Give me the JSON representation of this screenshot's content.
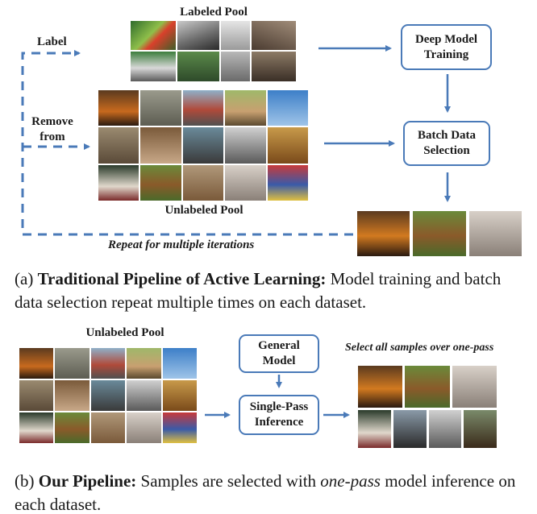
{
  "panel_a": {
    "labeled_pool_title": "Labeled Pool",
    "unlabeled_pool_title": "Unlabeled Pool",
    "label_edge": "Label",
    "remove_edge_line1": "Remove",
    "remove_edge_line2": "from",
    "repeat_note": "Repeat for multiple iterations",
    "deep_model_line1": "Deep Model",
    "deep_model_line2": "Training",
    "batch_line1": "Batch Data",
    "batch_line2": "Selection",
    "caption_prefix": "(a) ",
    "caption_bold": "Traditional Pipeline of Active Learning:",
    "caption_rest": " Model training and batch data selection repeat multiple times on each dataset."
  },
  "panel_b": {
    "unlabeled_pool_title": "Unlabeled Pool",
    "general_model_line1": "General",
    "general_model_line2": "Model",
    "single_pass_line1": "Single-Pass",
    "single_pass_line2": "Inference",
    "select_note": "Select all samples over one-pass",
    "caption_prefix": "(b) ",
    "caption_bold": "Our Pipeline:",
    "caption_mid": " Samples are selected with ",
    "caption_italic": "one-pass",
    "caption_rest": " model inference on each dataset."
  },
  "colors": {
    "arrow": "#4a7ab8",
    "box_border": "#4a7ab8"
  },
  "images": {
    "labeled_pool": [
      "parrot-photo",
      "dogs-photo",
      "kitten-photo",
      "cat-photo",
      "race-car-photo",
      "tennis-player-photo",
      "dog-toy-photo",
      "bear-cat-photo"
    ],
    "unlabeled_pool": [
      "horse-rider-photo",
      "elephant-photo",
      "bus-photo",
      "cat-basket-photo",
      "kite-photo",
      "zoo-photo",
      "restaurant-photo",
      "motorcyclist-photo",
      "street-photo",
      "living-room-photo",
      "wine-cake-photo",
      "bear-photo",
      "building-photo",
      "fluffy-cat-photo",
      "crowd-photo"
    ],
    "selected_a": [
      "horse-rider-photo",
      "bear-photo",
      "fluffy-cat-photo"
    ],
    "selected_b": [
      "horse-rider-photo",
      "bear-photo",
      "fluffy-cat-photo",
      "cake-photo",
      "motorcycle-photo",
      "street-photo",
      "rider-photo"
    ]
  }
}
